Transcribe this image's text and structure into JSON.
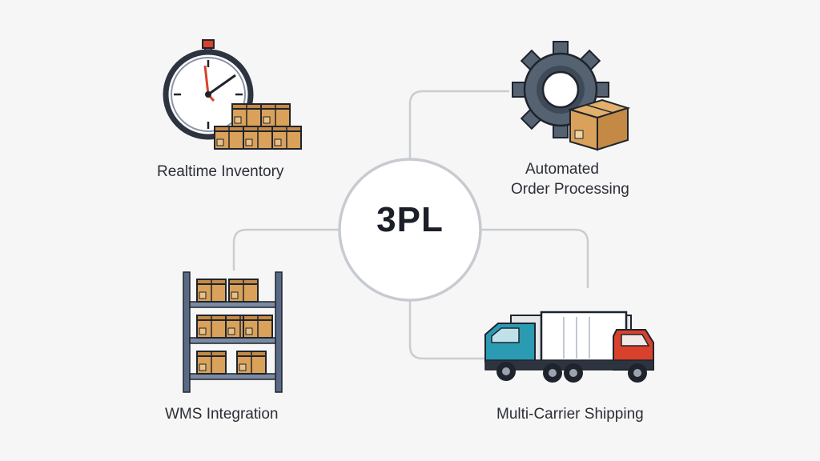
{
  "hub": {
    "label": "3PL"
  },
  "nodes": {
    "inventory": {
      "label": "Realtime Inventory",
      "icon": "stopwatch-with-boxes-icon"
    },
    "order": {
      "line1": "Automated",
      "line2": "Order Processing",
      "icon": "gear-with-box-icon"
    },
    "wms": {
      "label": "WMS Integration",
      "icon": "warehouse-shelf-icon"
    },
    "shipping": {
      "label": "Multi-Carrier Shipping",
      "icon": "trucks-icon"
    }
  },
  "colors": {
    "background": "#f6f6f6",
    "connector": "#c9cdd2",
    "hub_ring": "#c7cbd1",
    "box": "#d9a15a",
    "box_dark": "#b87d3a",
    "gear": "#556272",
    "shelf": "#5a6a86",
    "truck_blue": "#2a9bb2",
    "truck_red": "#d9412c",
    "outline": "#1f242c"
  }
}
